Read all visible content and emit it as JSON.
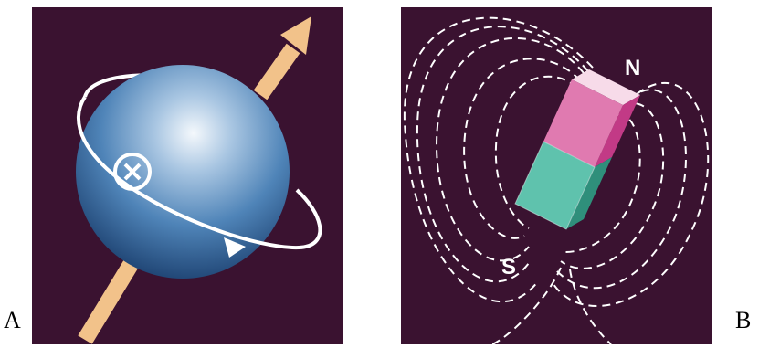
{
  "figure": {
    "panel_a_label": "A",
    "panel_b_label": "B"
  },
  "magnet": {
    "north_label": "N",
    "south_label": "S"
  },
  "colors": {
    "panel_background": "#3a1230",
    "axis_arrow": "#f2c28a",
    "sphere": "#3d72a8",
    "orbit": "#ffffff",
    "north_pole": "#e07ab0",
    "south_pole": "#5fc2ad",
    "field_lines": "#ffffff"
  }
}
